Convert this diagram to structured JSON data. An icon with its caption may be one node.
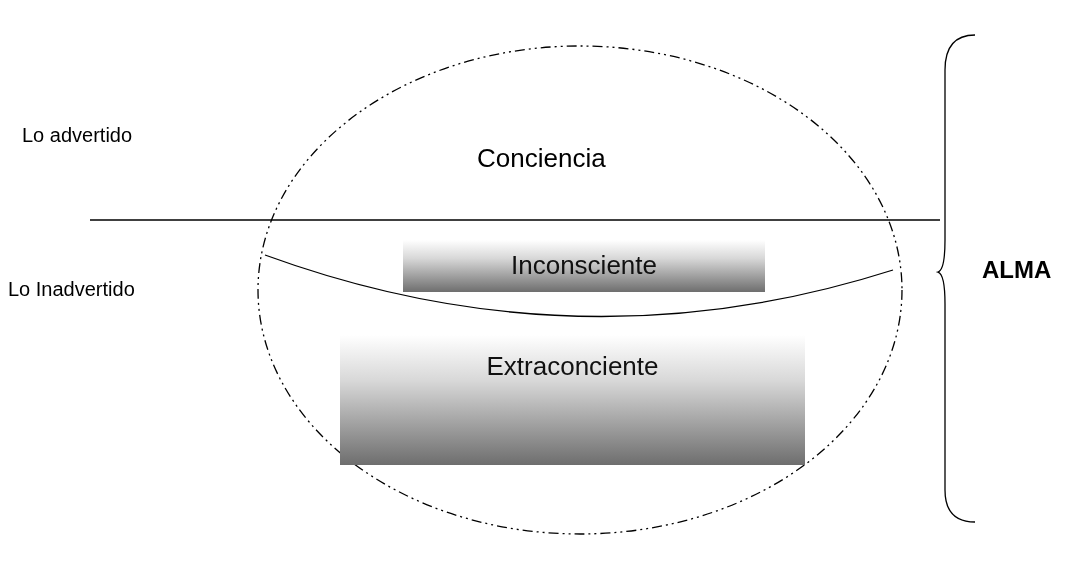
{
  "diagram": {
    "nodes": [
      {
        "text": [
          "Conciencia"
        ]
      },
      {
        "text": [
          "Inconsciente"
        ],
        "in": 0
      },
      {
        "text": [
          "Extraconciente"
        ],
        "in": 0
      }
    ],
    "edges": [],
    "labels": [
      "Lo advertido",
      "Lo Inadvertido",
      "ALMA"
    ]
  }
}
